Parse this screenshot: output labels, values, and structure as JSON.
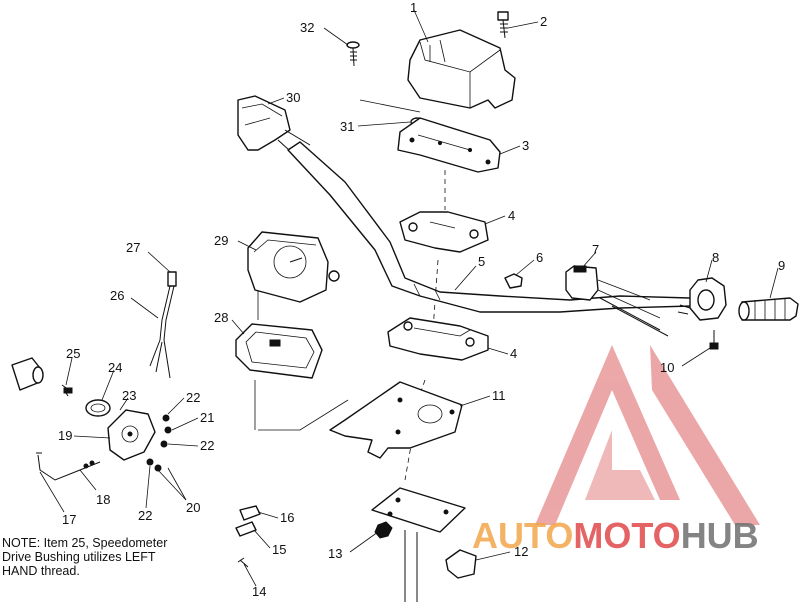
{
  "labels": [
    {
      "text": "1"
    },
    {
      "text": "2"
    },
    {
      "text": "32"
    },
    {
      "text": "30"
    },
    {
      "text": "31"
    },
    {
      "text": "3"
    },
    {
      "text": "4"
    },
    {
      "text": "29"
    },
    {
      "text": "27"
    },
    {
      "text": "5"
    },
    {
      "text": "6"
    },
    {
      "text": "7"
    },
    {
      "text": "8"
    },
    {
      "text": "9"
    },
    {
      "text": "26"
    },
    {
      "text": "28"
    },
    {
      "text": "4"
    },
    {
      "text": "25"
    },
    {
      "text": "24"
    },
    {
      "text": "23"
    },
    {
      "text": "22"
    },
    {
      "text": "21"
    },
    {
      "text": "19"
    },
    {
      "text": "22"
    },
    {
      "text": "18"
    },
    {
      "text": "20"
    },
    {
      "text": "22"
    },
    {
      "text": "17"
    },
    {
      "text": "11"
    },
    {
      "text": "10"
    },
    {
      "text": "16"
    },
    {
      "text": "15"
    },
    {
      "text": "14"
    },
    {
      "text": "13"
    },
    {
      "text": "12"
    }
  ],
  "note": {
    "line1": "NOTE: Item 25, Speedometer",
    "line2": "Drive Bushing utilizes LEFT",
    "line3": "HAND thread."
  },
  "watermark": {
    "part1": "AUTO",
    "part2": "MOTO",
    "part3": "HUB",
    "color_red": "#e0484a",
    "color_orange": "#f2a54a",
    "color_grey": "#6f6f6f"
  }
}
